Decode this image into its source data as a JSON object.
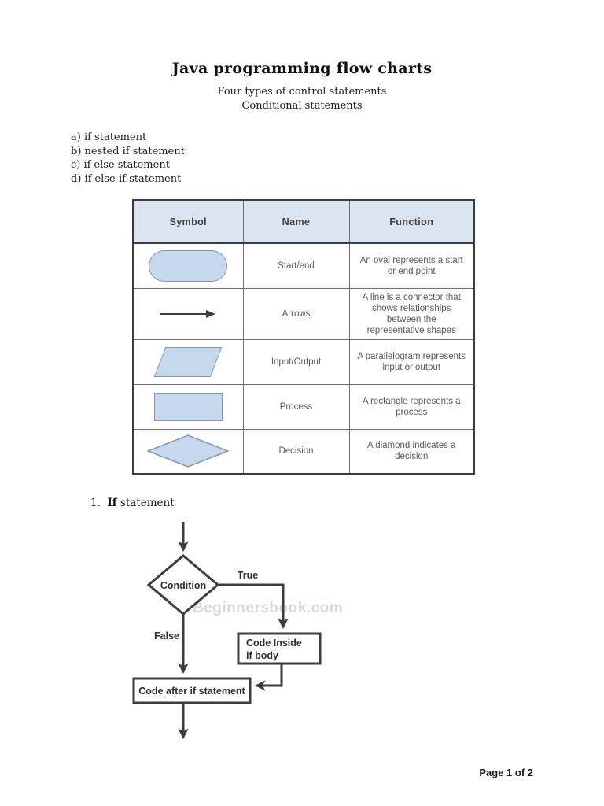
{
  "document": {
    "title": "Java programming flow charts",
    "subtitle_lines": [
      "Four types of control statements",
      "Conditional statements"
    ],
    "list_items": [
      "a) if statement",
      "b) nested if statement",
      "c) if-else statement",
      "d) if-else-if statement"
    ],
    "section_heading": {
      "number": "1.",
      "keyword": "If",
      "rest": "statement"
    },
    "footer_page_label": "Page 1 of 2"
  },
  "symbols_table": {
    "headers": [
      "Symbol",
      "Name",
      "Function"
    ],
    "rows": [
      {
        "symbol_icon": "oval-shape",
        "name": "Start/end",
        "function": "An oval represents a start or end point"
      },
      {
        "symbol_icon": "arrow-shape",
        "name": "Arrows",
        "function": "A line is a connector that shows relationships between the representative shapes"
      },
      {
        "symbol_icon": "parallelogram-shape",
        "name": "Input/Output",
        "function": "A parallelogram represents input or output"
      },
      {
        "symbol_icon": "rectangle-shape",
        "name": "Process",
        "function": "A rectangle represents a process"
      },
      {
        "symbol_icon": "diamond-shape",
        "name": "Decision",
        "function": "A diamond indicates a decision"
      }
    ]
  },
  "flowchart": {
    "condition_label": "Condition",
    "true_label": "True",
    "false_label": "False",
    "code_inside_line1": "Code Inside",
    "code_inside_line2": "if body",
    "code_after_label": "Code after if statement",
    "watermark": "Beginnersbook.com"
  },
  "colors": {
    "table_header_bg": "#dbe5f1",
    "shape_fill": "#c5d8ee",
    "shape_stroke": "#8795a9",
    "table_border": "#3c3c3c",
    "table_text": "#595959",
    "flowchart_stroke": "#3d3d3d",
    "watermark": "#d9d9d9"
  }
}
